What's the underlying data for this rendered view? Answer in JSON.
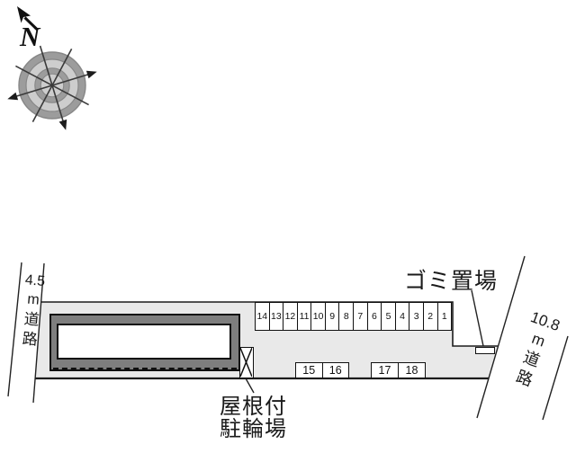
{
  "compass": {
    "north_label": "N"
  },
  "roads": {
    "left": {
      "width": "4.5",
      "unit": "m",
      "name": "道路",
      "label_chars": [
        "4.5",
        "m",
        "道",
        "路"
      ]
    },
    "right": {
      "width": "10.8",
      "unit": "m",
      "name": "道路",
      "label_chars": [
        "10.8",
        "m",
        "道",
        "路"
      ]
    }
  },
  "parking": {
    "row_numbers": [
      "14",
      "13",
      "12",
      "11",
      "10",
      "9",
      "8",
      "7",
      "6",
      "5",
      "4",
      "3",
      "2",
      "1"
    ],
    "island_a": [
      "15",
      "16"
    ],
    "island_b": [
      "17",
      "18"
    ]
  },
  "annotations": {
    "garbage_label": "ゴミ置場",
    "bicycle_label_line1": "屋根付",
    "bicycle_label_line2": "駐輪場"
  },
  "colors": {
    "site_fill": "#e9e9e9",
    "building_fill": "#7e7e7e",
    "line_color": "#1a1a1a",
    "compass_gray": "#9c9c9c"
  }
}
